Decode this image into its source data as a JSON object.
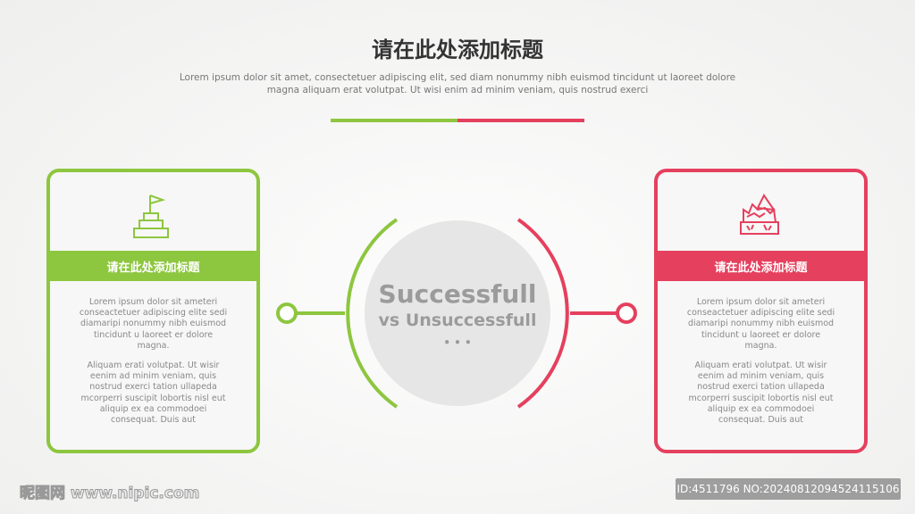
{
  "header": {
    "title": "请在此处添加标题",
    "subtitle": "Lorem ipsum dolor sit amet, consectetuer adipiscing elit, sed diam nonummy nibh euismod tincidunt ut laoreet dolore magna aliquam erat volutpat. Ut wisi enim ad minim veniam, quis nostrud exerci"
  },
  "colors": {
    "success": "#8dc63f",
    "failure": "#e5405e",
    "circle": "#e6e6e6"
  },
  "center": {
    "line1": "Successfull",
    "line2": "vs Unsuccessfull",
    "dots": "• • •"
  },
  "left_card": {
    "icon": "flag-on-podium-icon",
    "title": "请在此处添加标题",
    "para1": "Lorem ipsum dolor sit ameteri conseactetuer adipiscing elite sedi diamaripi nonummy nibh euismod tincidunt u laoreet er dolore magna.",
    "para2": "Aliquam erati volutpat. Ut wisir eenim ad minim veniam, quis nostrud exerci tation ullapeda mcorperri suscipit lobortis nisl eut aliquip ex ea commodoei consequat. Duis aut"
  },
  "right_card": {
    "icon": "broken-iceberg-icon",
    "title": "请在此处添加标题",
    "para1": "Lorem ipsum dolor sit ameteri conseactetuer adipiscing elite sedi diamaripi nonummy nibh euismod tincidunt u laoreet er dolore magna.",
    "para2": "Aliquam erati volutpat. Ut wisir eenim ad minim veniam, quis nostrud exerci tation ullapeda mcorperri suscipit lobortis nisl eut aliquip ex ea commodoei consequat. Duis aut"
  },
  "watermark": {
    "left": "昵图网 www.nipic.com",
    "right": "ID:4511796 NO:20240812094524115106"
  }
}
